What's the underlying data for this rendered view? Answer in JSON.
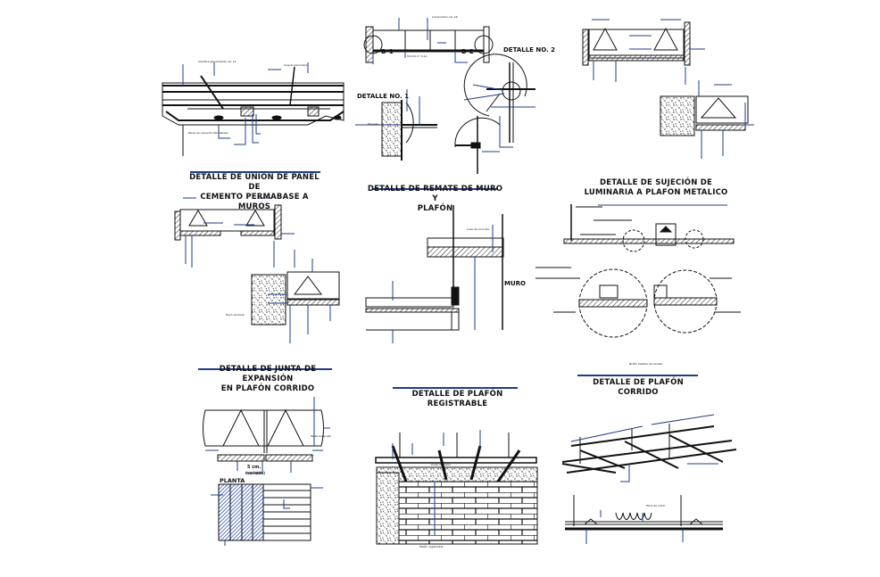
{
  "sheet": {
    "colors": {
      "line": "#111111",
      "leader": "#1f3c88",
      "title_underline": "#1f3c88",
      "hatch_blue": "#3a5bb5",
      "background": "#ffffff"
    }
  },
  "details": [
    {
      "id": "axonometric-ceiling",
      "title": ""
    },
    {
      "id": "detail-panel-wall-joint",
      "title": "DETALLE DE UNIÓN DE PANEL DE\nCEMENTO PERMABASE A MUROS"
    },
    {
      "id": "detail-wall-ceiling-finish",
      "title": "DETALLE DE REMATE DE MURO Y\nPLAFÓN"
    },
    {
      "id": "detail-luminaire-fastening",
      "title": "DETALLE DE SUJECIÓN DE\nLUMINARIA A PLAFON METALICO"
    },
    {
      "id": "detail-expansion-joint",
      "title": "DETALLE DE JUNTA DE\nEXPANSIÓN\nEN PLAFÓN CORRIDO"
    },
    {
      "id": "detail-removable-ceiling",
      "title": "DETALLE DE PLAFÓN REGISTRABLE"
    },
    {
      "id": "detail-continuous-ceiling",
      "title": "DETALLE DE PLAFÓN CORRIDO"
    }
  ],
  "labels": {
    "detalle_no_1": "DETALLE NO. 1",
    "detalle_no_2": "DETALLE NO. 2",
    "d1": "D-1",
    "d2": "D-2",
    "muro": "MURO",
    "planta": "PLANTA",
    "dim_5cm": "5 cm.",
    "dim_variable": "(variable)",
    "nota_luminaria": "NOTA: Detalle de remate"
  },
  "annotations": {
    "angulo_perimetral": "Angulo perimetral",
    "alambre_galvanizado": "Alambre galvanizado cal. 12",
    "panel_permabase": "Panel de cemento Permabase",
    "canal_listón": "Canal listón cal. 26",
    "tornillo": "Tornillo 1\" S-12",
    "cinta_malla": "Cinta de malla",
    "taquete": "Taquete",
    "muro_block": "Muro de block",
    "losa_concreto": "Losa de concreto",
    "pasta_basecoat": "Pasta basecoat",
    "fibra_vidrio": "Fibra de vidrio",
    "plafon_registrable": "Plafón registrable"
  }
}
